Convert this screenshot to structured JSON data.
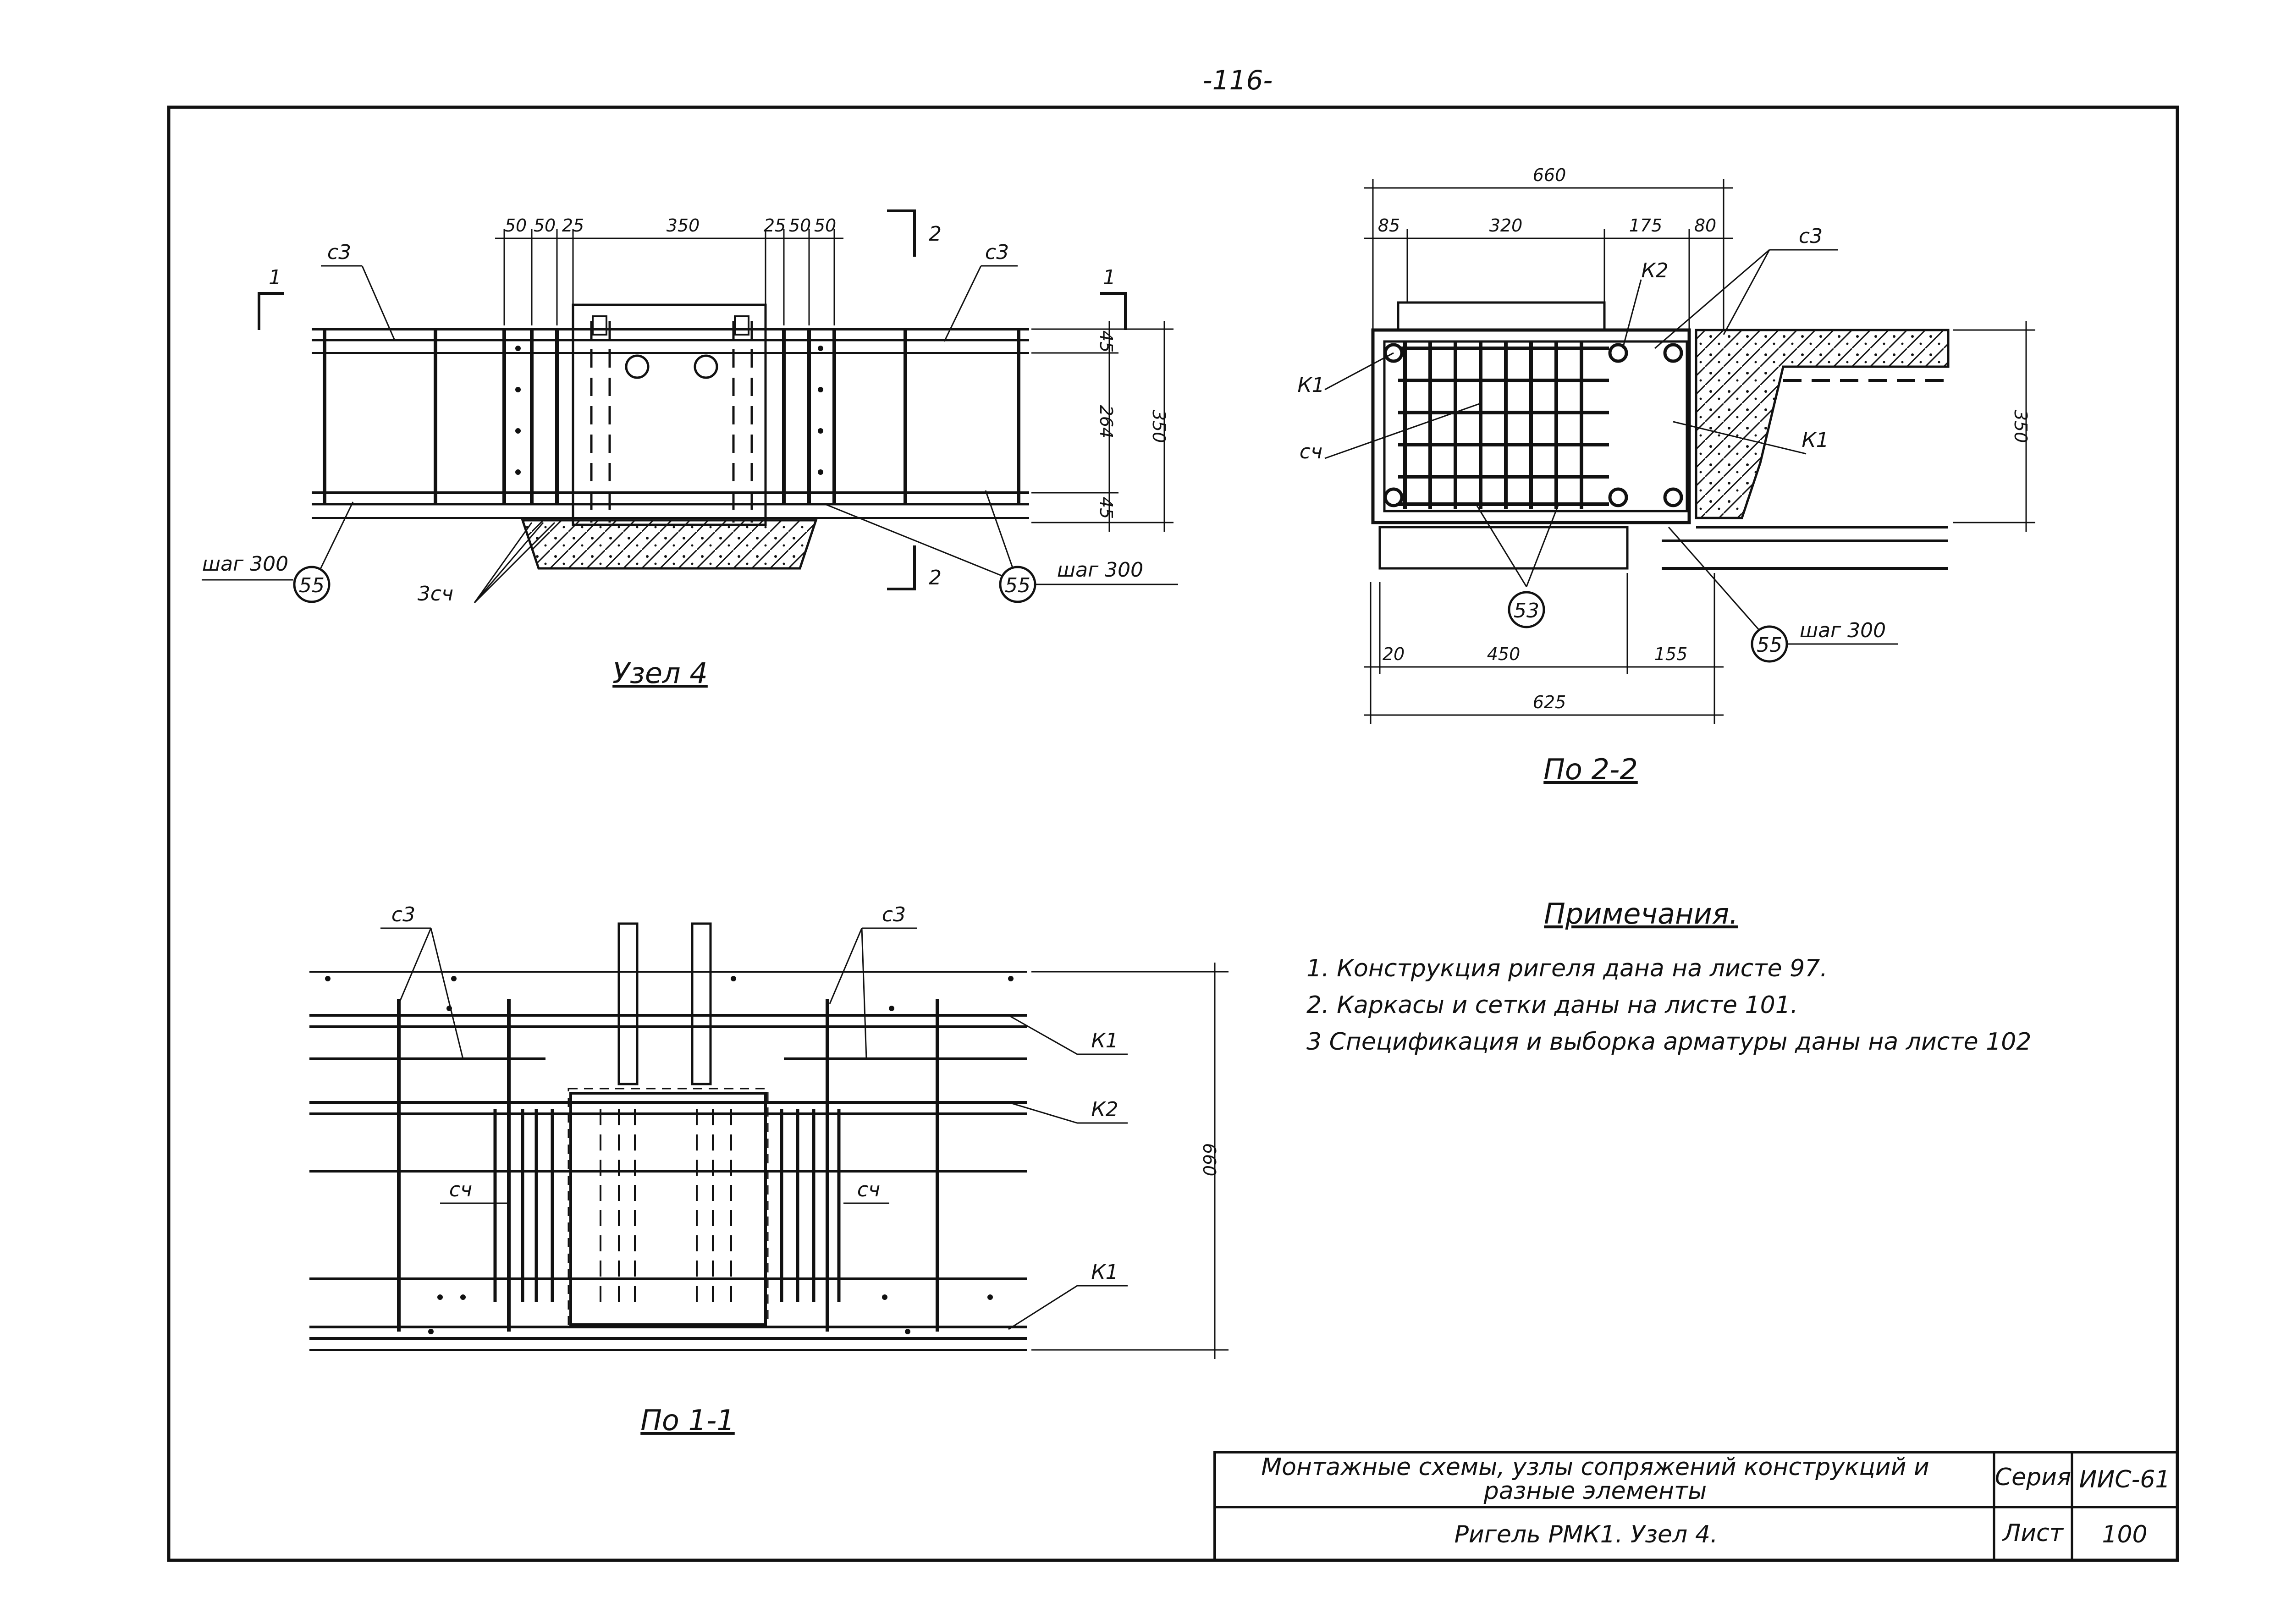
{
  "page_number": "-116-",
  "views": {
    "node4": {
      "title": "Узел 4",
      "dims_top": [
        "50",
        "50",
        "25",
        "350",
        "25",
        "50",
        "50"
      ],
      "dims_right": [
        "45",
        "264",
        "45",
        "350"
      ],
      "labels": {
        "c3_left": "с3",
        "c3_right": "с3",
        "sc_group": "3сч",
        "section1": "1",
        "section2": "2"
      },
      "callouts": {
        "bubble": "55",
        "pitch_left": "шаг 300",
        "pitch_right": "шаг 300"
      }
    },
    "section22": {
      "title": "По 2-2",
      "dims_top_total": "660",
      "dims_top": [
        "85",
        "320",
        "175",
        "80"
      ],
      "dims_bottom": [
        "20",
        "450",
        "155"
      ],
      "dims_bottom_total": "625",
      "dim_right": "350",
      "labels": {
        "k1_left": "К1",
        "sc": "сч",
        "k2": "К2",
        "c3": "с3",
        "k1_right": "К1"
      },
      "callouts": {
        "bubble53": "53",
        "bubble55": "55",
        "pitch": "шаг 300"
      }
    },
    "section11": {
      "title": "По 1-1",
      "dim_right": "660",
      "labels": {
        "c3_left": "с3",
        "c3_right": "с3",
        "k1_top": "К1",
        "k2": "К2",
        "sc_left": "сч",
        "sc_right": "сч",
        "k1_bottom": "К1"
      }
    }
  },
  "notes": {
    "heading": "Примечания.",
    "items": [
      "1. Конструкция ригеля дана на листе 97.",
      "2. Каркасы и сетки даны на листе 101.",
      "3 Спецификация и выборка арматуры даны на листе 102"
    ]
  },
  "title_block": {
    "description_line1": "Монтажные схемы, узлы сопряжений конструкций и",
    "description_line2": "разные элементы",
    "drawing_title": "Ригель РМК1. Узел 4.",
    "series_label": "Серия",
    "series_value": "ИИС-61",
    "sheet_label": "Лист",
    "sheet_value": "100"
  }
}
